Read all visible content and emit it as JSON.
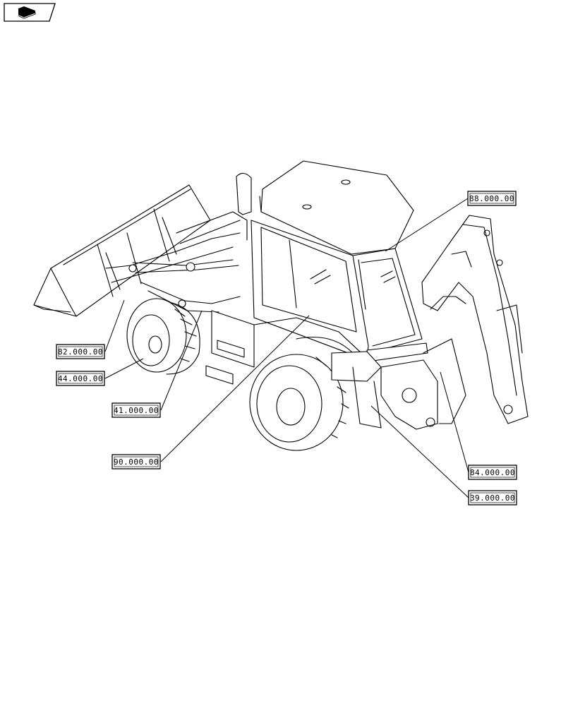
{
  "header": {
    "icon": "parts-catalog-book-icon"
  },
  "callouts": [
    {
      "id": "82",
      "label": "82.000.00"
    },
    {
      "id": "44",
      "label": "44.000.00"
    },
    {
      "id": "41",
      "label": "41.000.00"
    },
    {
      "id": "90",
      "label": "90.000.00"
    },
    {
      "id": "88",
      "label": "88.000.00"
    },
    {
      "id": "84",
      "label": "84.000.00"
    },
    {
      "id": "39",
      "label": "39.000.00"
    }
  ]
}
